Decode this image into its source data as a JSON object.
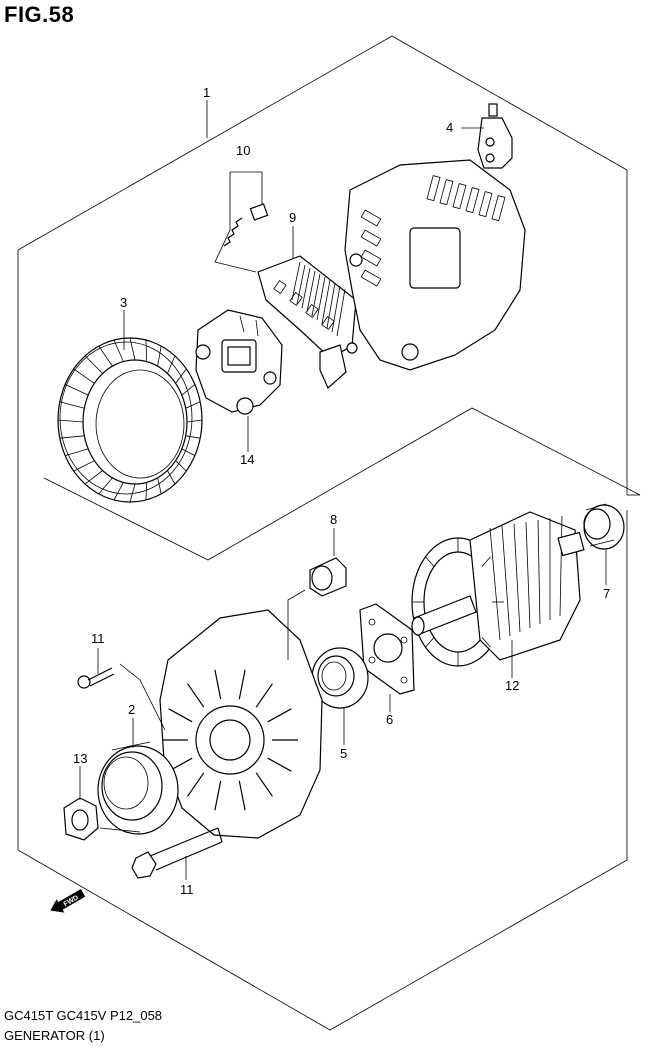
{
  "figure": {
    "title": "FIG.58",
    "model_code": "GC415T GC415V P12_058",
    "name": "GENERATOR (1)"
  },
  "direction_badge": "FWD",
  "callouts": [
    {
      "id": "c1",
      "label": "1"
    },
    {
      "id": "c2",
      "label": "2"
    },
    {
      "id": "c3",
      "label": "3"
    },
    {
      "id": "c4",
      "label": "4"
    },
    {
      "id": "c5",
      "label": "5"
    },
    {
      "id": "c6",
      "label": "6"
    },
    {
      "id": "c7",
      "label": "7"
    },
    {
      "id": "c8",
      "label": "8"
    },
    {
      "id": "c9",
      "label": "9"
    },
    {
      "id": "c10",
      "label": "10"
    },
    {
      "id": "c11a",
      "label": "11"
    },
    {
      "id": "c11b",
      "label": "11"
    },
    {
      "id": "c12",
      "label": "12"
    },
    {
      "id": "c13",
      "label": "13"
    },
    {
      "id": "c14",
      "label": "14"
    }
  ]
}
